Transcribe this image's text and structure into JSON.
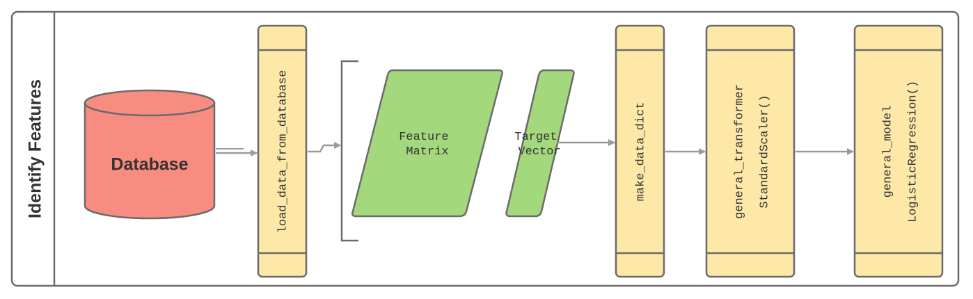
{
  "lane": {
    "title": "Identify Features"
  },
  "database": {
    "label": "Database"
  },
  "steps": {
    "load": {
      "line1": "load_data_from_database"
    },
    "feature_matrix": {
      "line1": "Feature",
      "line2": "Matrix"
    },
    "target_vector": {
      "line1": "Target",
      "line2": "Vector"
    },
    "make_dict": {
      "line1": "make_data_dict"
    },
    "transformer": {
      "line1": "general_transformer",
      "line2": "StandardScaler()"
    },
    "model": {
      "line1": "general_model",
      "line2": "LogisticRegression()"
    }
  },
  "colors": {
    "border": "#6b6b6b",
    "database_fill": "#f98c80",
    "process_fill": "#fde8a8",
    "data_fill": "#a3d87c",
    "arrow": "#9a9a9a",
    "text": "#333333"
  }
}
